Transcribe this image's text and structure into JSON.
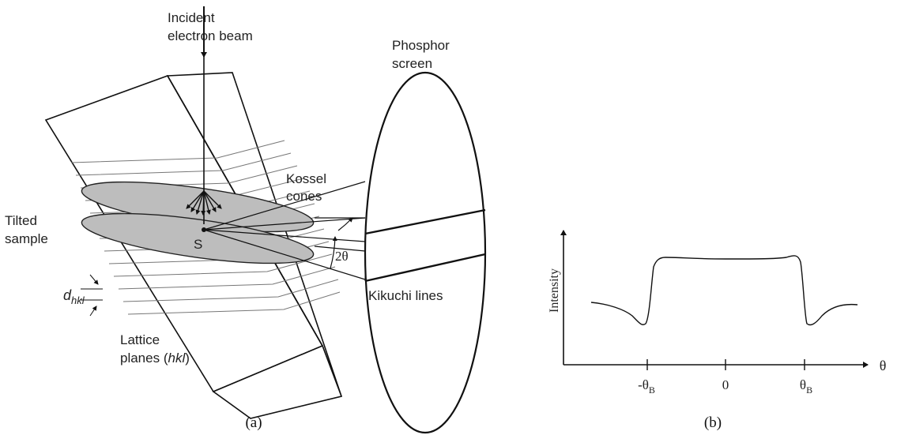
{
  "panel_a": {
    "label_incident_1": "Incident",
    "label_incident_2": "electron beam",
    "label_phosphor_1": "Phosphor",
    "label_phosphor_2": "screen",
    "label_kossel_1": "Kossel",
    "label_kossel_2": "cones",
    "label_tilted_1": "Tilted",
    "label_tilted_2": "sample",
    "label_source": "S",
    "label_angle": "2θ",
    "label_d": "d",
    "label_d_sub": "hkl",
    "label_kikuchi": "Kikuchi lines",
    "label_lattice_1": "Lattice",
    "label_lattice_2_pre": "planes (",
    "label_lattice_2_it": "hkl",
    "label_lattice_2_post": ")",
    "caption": "(a)"
  },
  "panel_b": {
    "ylabel": "Intensity",
    "xlabel": "θ",
    "tick_neg": "-θ",
    "tick_neg_sub": "B",
    "tick_zero": "0",
    "tick_pos": "θ",
    "tick_pos_sub": "B",
    "caption": "(b)"
  }
}
